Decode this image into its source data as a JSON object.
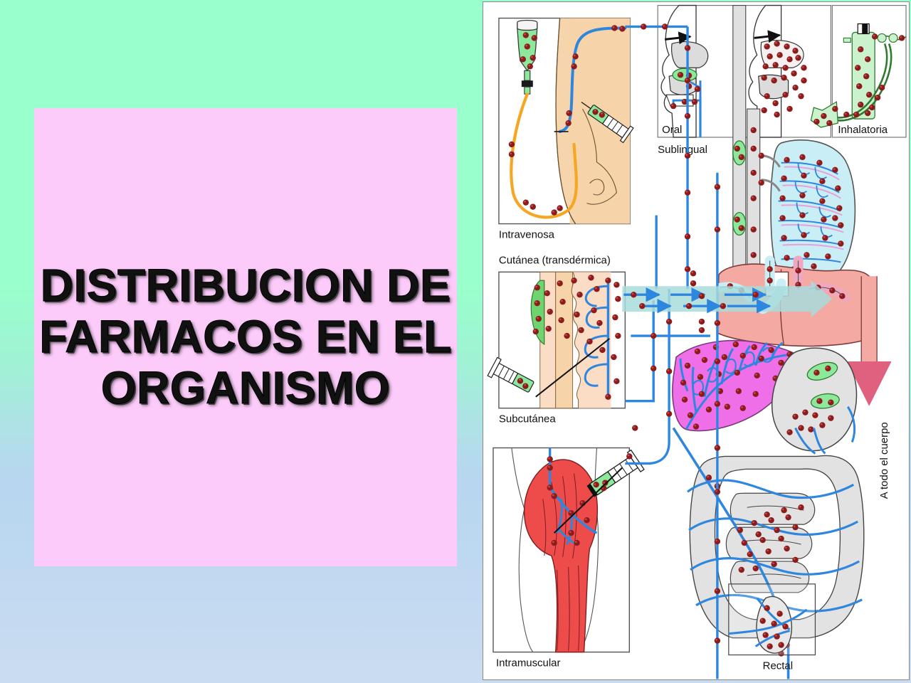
{
  "slide": {
    "title_line1": "DISTRIBUCION DE",
    "title_line2": "FARMACOS EN EL",
    "title_line3": "ORGANISMO",
    "title_full": "DISTRIBUCION DE FARMACOS EN EL ORGANISMO",
    "background_top_color": "#99FFCC",
    "background_bottom_color": "#CBDCF0",
    "title_box_color": "#FCCBFA",
    "title_text_color": "#111111"
  },
  "diagram": {
    "panel_background": "#FFFFFF",
    "panel_border_color": "#8A8A8A",
    "labels": {
      "intravenosa": "Intravenosa",
      "cutanea": "Cutánea (transdérmica)",
      "subcutanea": "Subcutánea",
      "intramuscular": "Intramuscular",
      "oral": "Oral",
      "sublingual": "Sublingual",
      "inhalatoria": "Inhalatoria",
      "rectal": "Rectal",
      "a_todo_el_cuerpo": "A todo el cuerpo"
    },
    "colors": {
      "vessel_blue": "#2E86DE",
      "drug_dot_red": "#8E1B1B",
      "iv_fluid_green": "#8CE89B",
      "iv_tube_orange": "#F5A623",
      "skin_tan": "#F6D3A8",
      "skin_light": "#FBDCC4",
      "muscle_red": "#EE4B4B",
      "liver_magenta": "#EE6FE8",
      "lung_cyan": "#C9EEF5",
      "heart_pink": "#F4A9A2",
      "organ_gray": "#E2E2E2",
      "band_teal": "#A8DCDC",
      "capsule_green": "#86E38A"
    }
  }
}
